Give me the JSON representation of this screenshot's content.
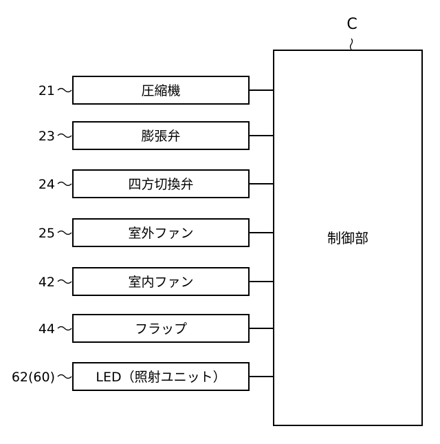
{
  "controller": {
    "ref": "C",
    "label": "制御部"
  },
  "components": [
    {
      "ref": "21",
      "label": "圧縮機"
    },
    {
      "ref": "23",
      "label": "膨張弁"
    },
    {
      "ref": "24",
      "label": "四方切換弁"
    },
    {
      "ref": "25",
      "label": "室外ファン"
    },
    {
      "ref": "42",
      "label": "室内ファン"
    },
    {
      "ref": "44",
      "label": "フラップ"
    },
    {
      "ref": "62(60)",
      "label": "LED（照射ユニット）"
    }
  ]
}
